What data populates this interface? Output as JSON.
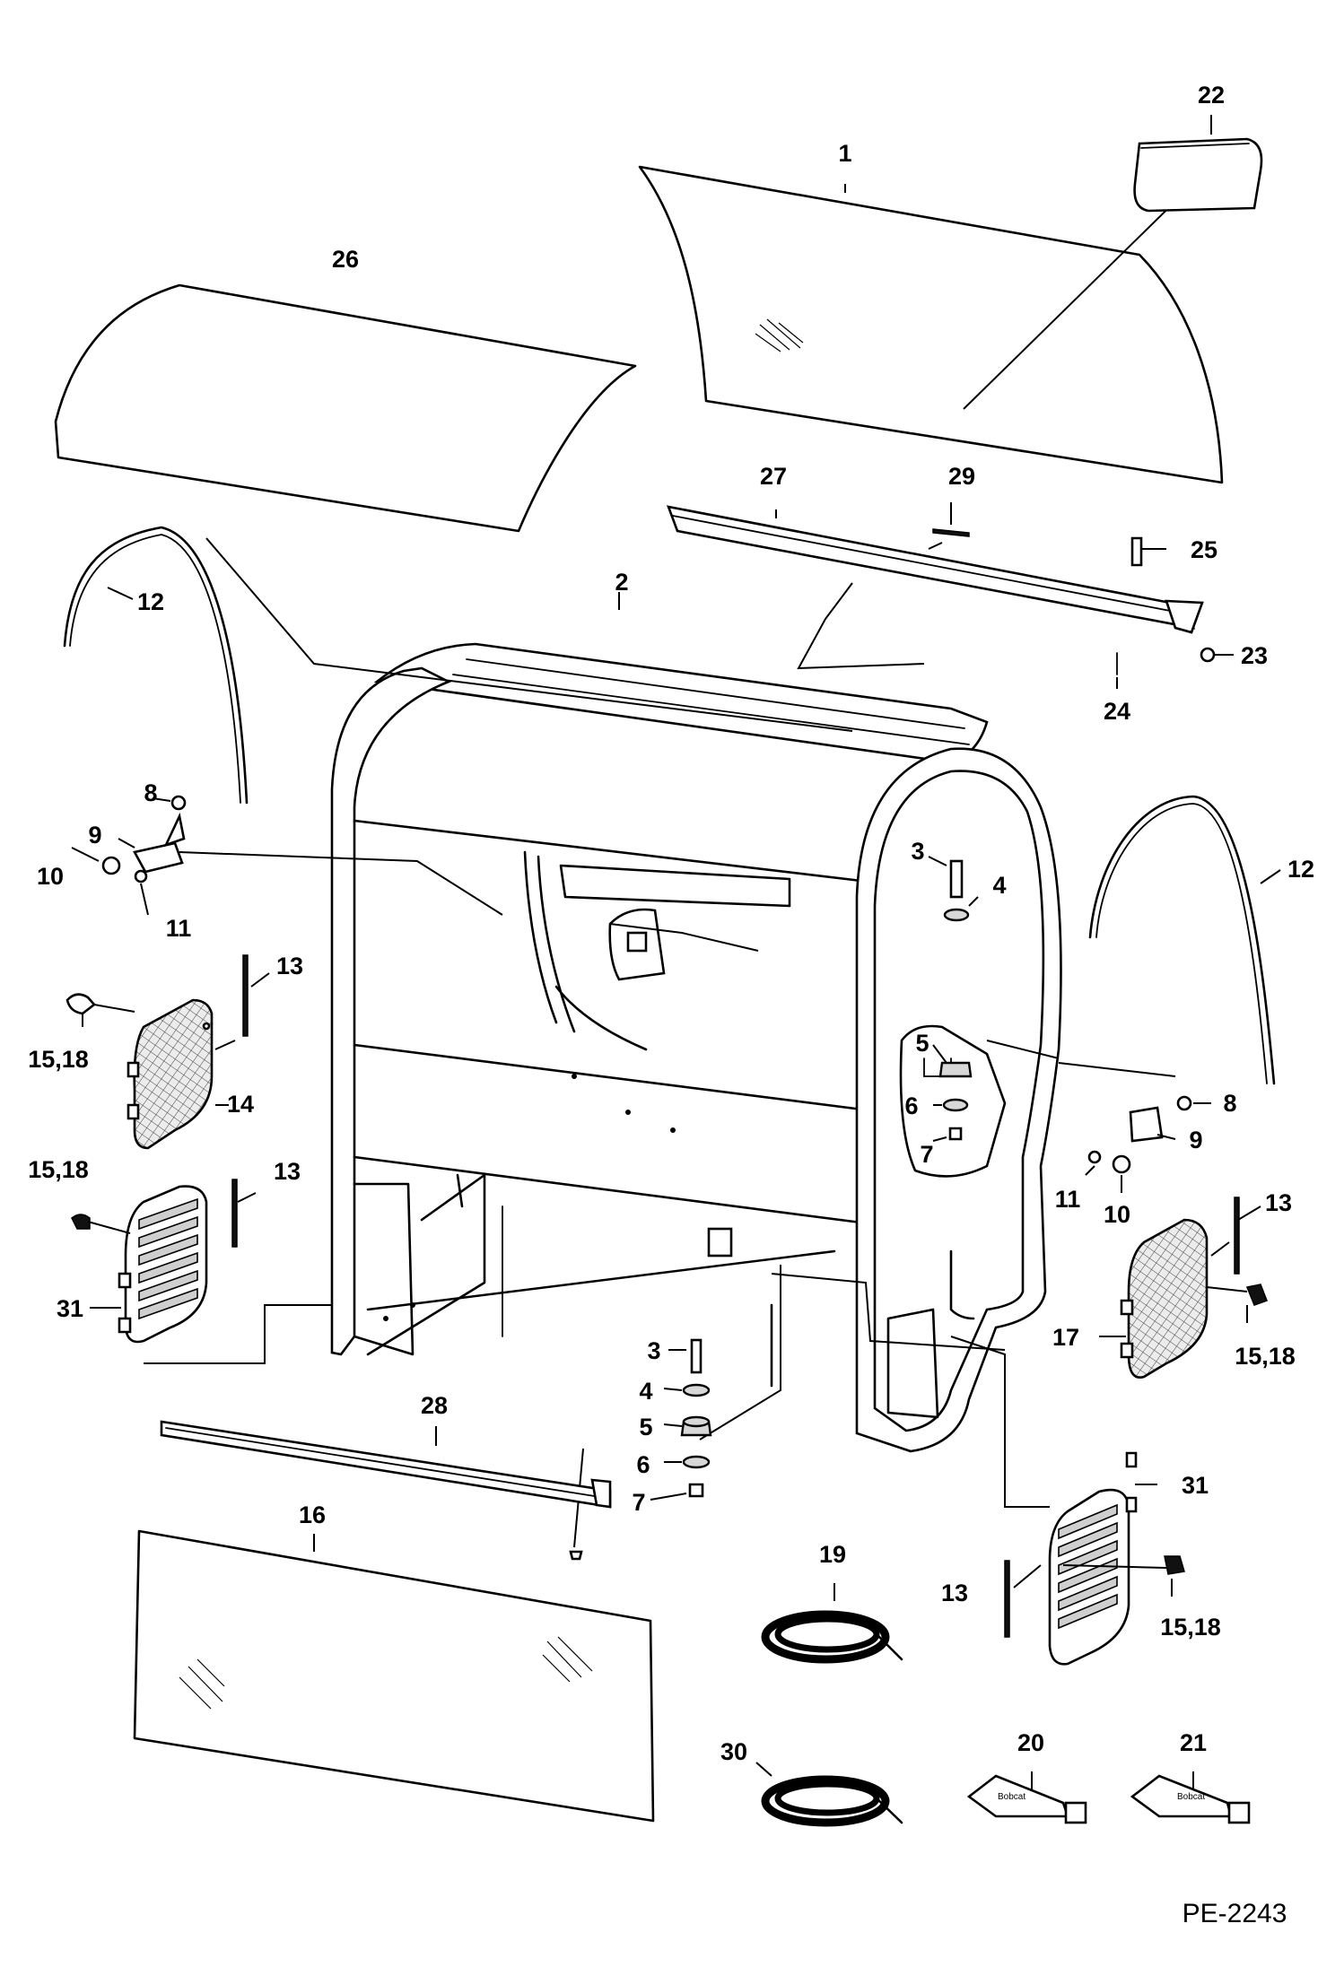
{
  "drawing_code": "PE-2243",
  "callouts": {
    "c1": "1",
    "c2": "2",
    "c3a": "3",
    "c3b": "3",
    "c4a": "4",
    "c4b": "4",
    "c5a": "5",
    "c5b": "5",
    "c6a": "6",
    "c6b": "6",
    "c7a": "7",
    "c7b": "7",
    "c8a": "8",
    "c8b": "8",
    "c9a": "9",
    "c9b": "9",
    "c10a": "10",
    "c10b": "10",
    "c11a": "11",
    "c11b": "11",
    "c12a": "12",
    "c12b": "12",
    "c13a": "13",
    "c13b": "13",
    "c13c": "13",
    "c13d": "13",
    "c14": "14",
    "c15a": "15,18",
    "c15b": "15,18",
    "c15c": "15,18",
    "c15d": "15,18",
    "c16": "16",
    "c17": "17",
    "c19": "19",
    "c20": "20",
    "c21": "21",
    "c22": "22",
    "c23": "23",
    "c24": "24",
    "c25": "25",
    "c26": "26",
    "c27": "27",
    "c28": "28",
    "c29": "29",
    "c30": "30",
    "c31a": "31",
    "c31b": "31"
  },
  "tube_brand": "Bobcat"
}
